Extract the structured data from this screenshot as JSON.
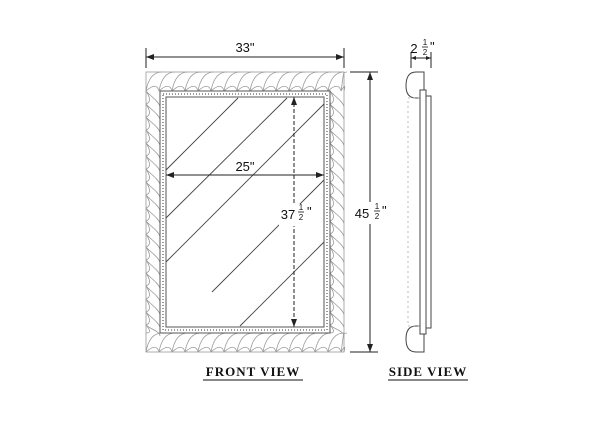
{
  "dimensions": {
    "overall_width": "33\"",
    "glass_width": "25\"",
    "glass_height_whole": "37",
    "glass_height_fraction_num": "1",
    "glass_height_fraction_den": "2",
    "overall_height_whole": "45",
    "overall_height_fraction_num": "1",
    "overall_height_fraction_den": "2",
    "depth_whole": "2",
    "depth_fraction_num": "1",
    "depth_fraction_den": "2",
    "inch_mark": "\""
  },
  "labels": {
    "front_view": "FRONT VIEW",
    "side_view": "SIDE VIEW"
  }
}
